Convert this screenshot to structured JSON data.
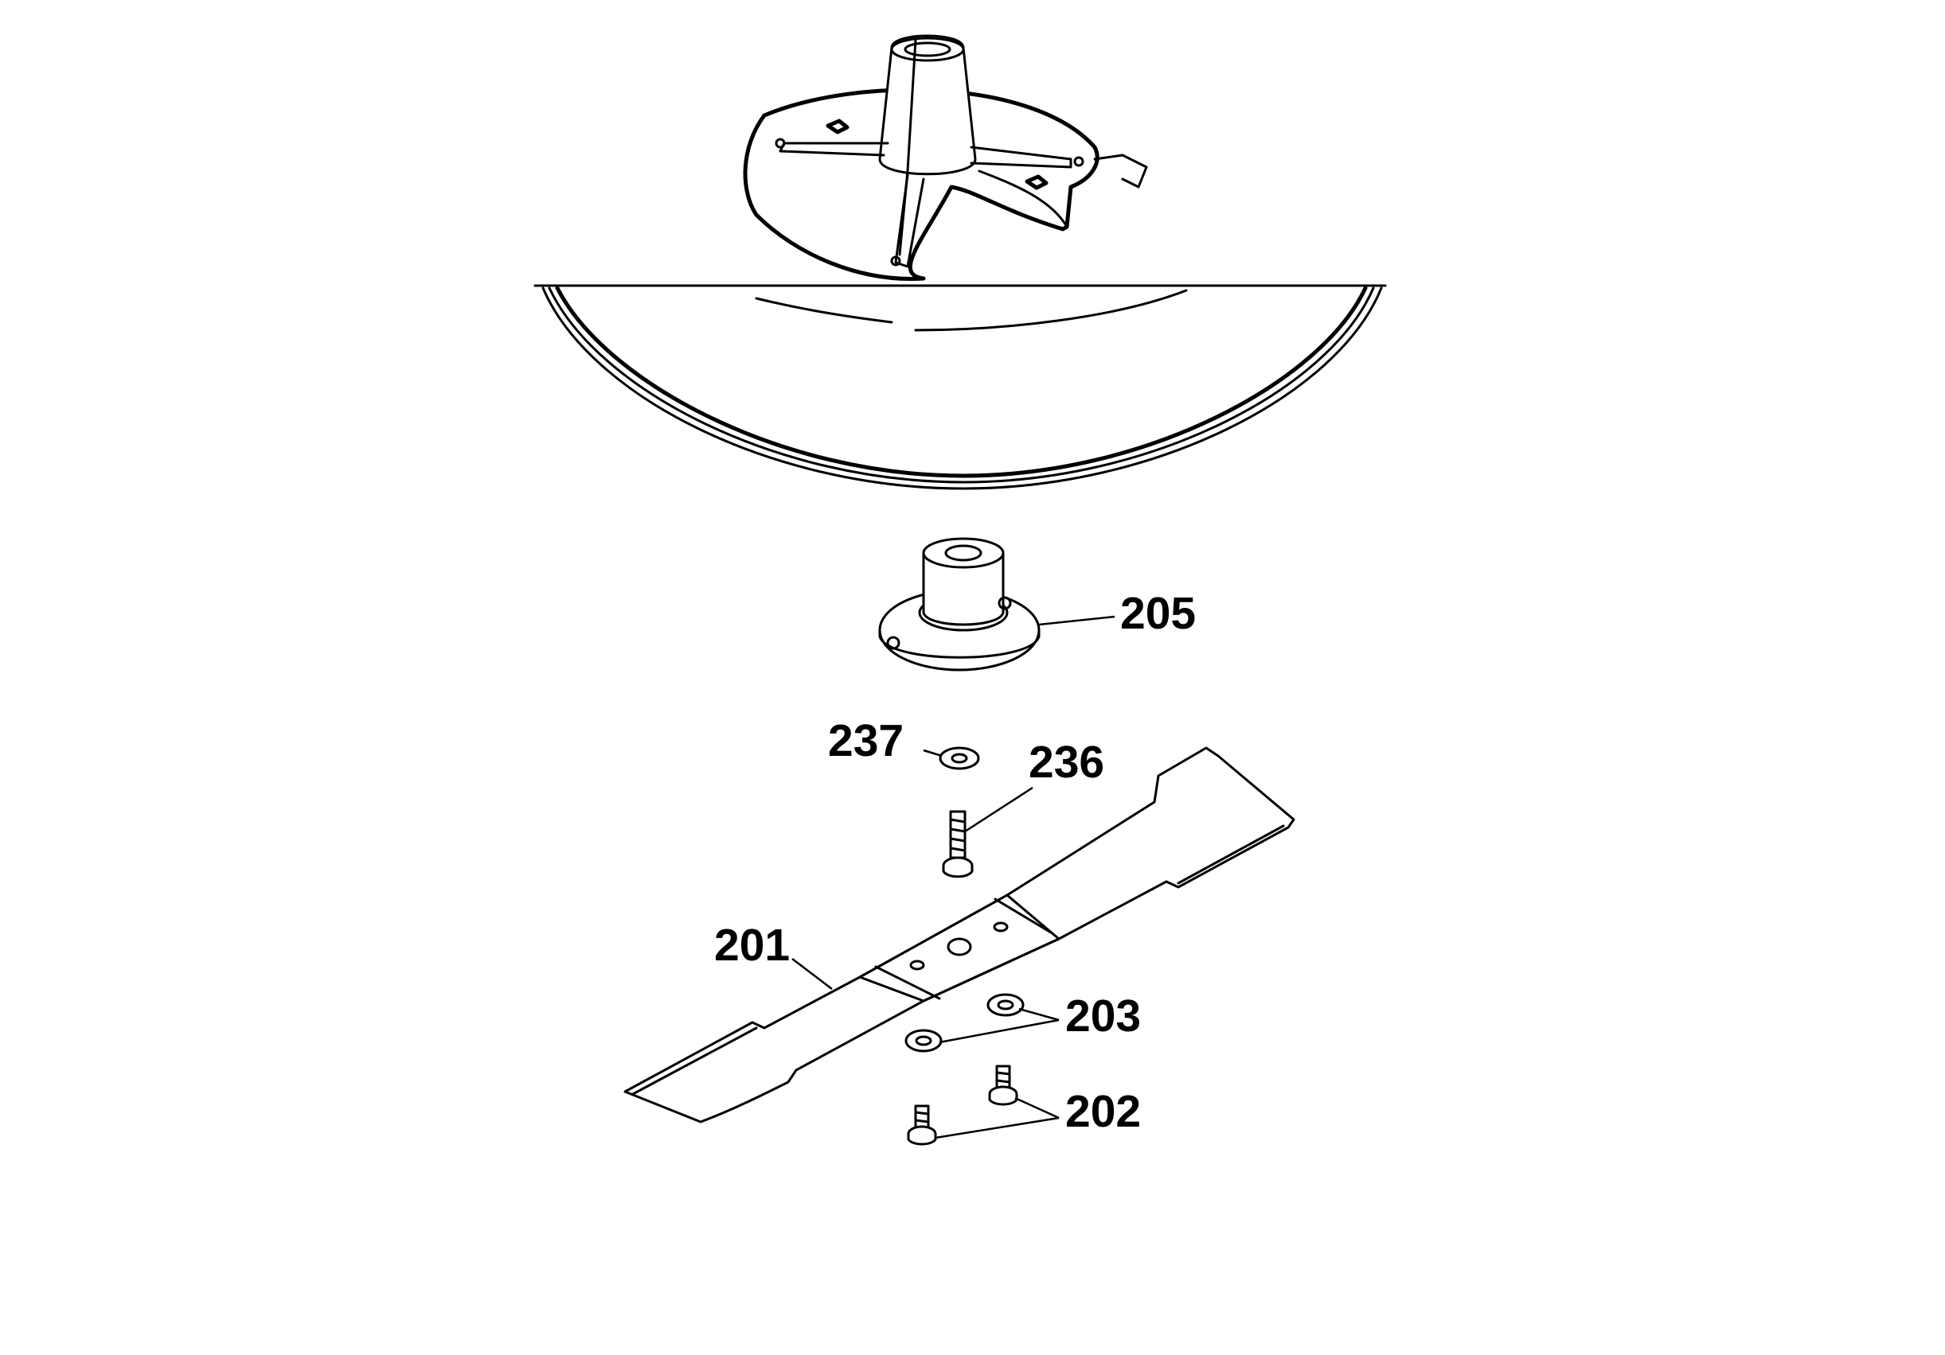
{
  "diagram": {
    "callouts": [
      {
        "id": "blade",
        "label": "201"
      },
      {
        "id": "blade-bolts",
        "label": "202"
      },
      {
        "id": "washers",
        "label": "203"
      },
      {
        "id": "blade-holder",
        "label": "205"
      },
      {
        "id": "screw",
        "label": "236"
      },
      {
        "id": "small-washer",
        "label": "237"
      }
    ]
  }
}
